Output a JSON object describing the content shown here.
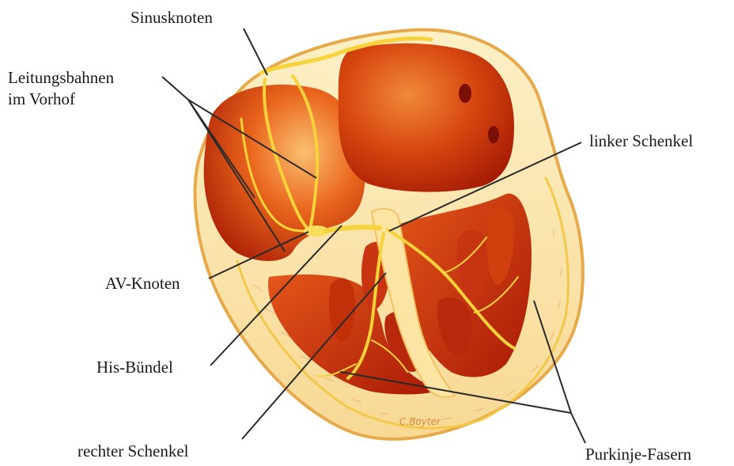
{
  "labels": {
    "sinusknoten": "Sinusknoten",
    "leitungsbahnen_1": "Leitungsbahnen",
    "leitungsbahnen_2": "im Vorhof",
    "linker_schenkel": "linker Schenkel",
    "av_knoten": "AV-Knoten",
    "his_buendel": "His-Bündel",
    "rechter_schenkel": "rechter Schenkel",
    "purkinje_fasern": "Purkinje-Fasern"
  },
  "signature": "C.Boyter",
  "colors": {
    "myocardium_outer": "#fbe7ab",
    "chamber_dark": "#b01e06",
    "chamber_mid": "#d8420d",
    "chamber_light": "#f59a3a",
    "conduction": "#f7d23a",
    "leader_line": "#2a2a2a"
  }
}
